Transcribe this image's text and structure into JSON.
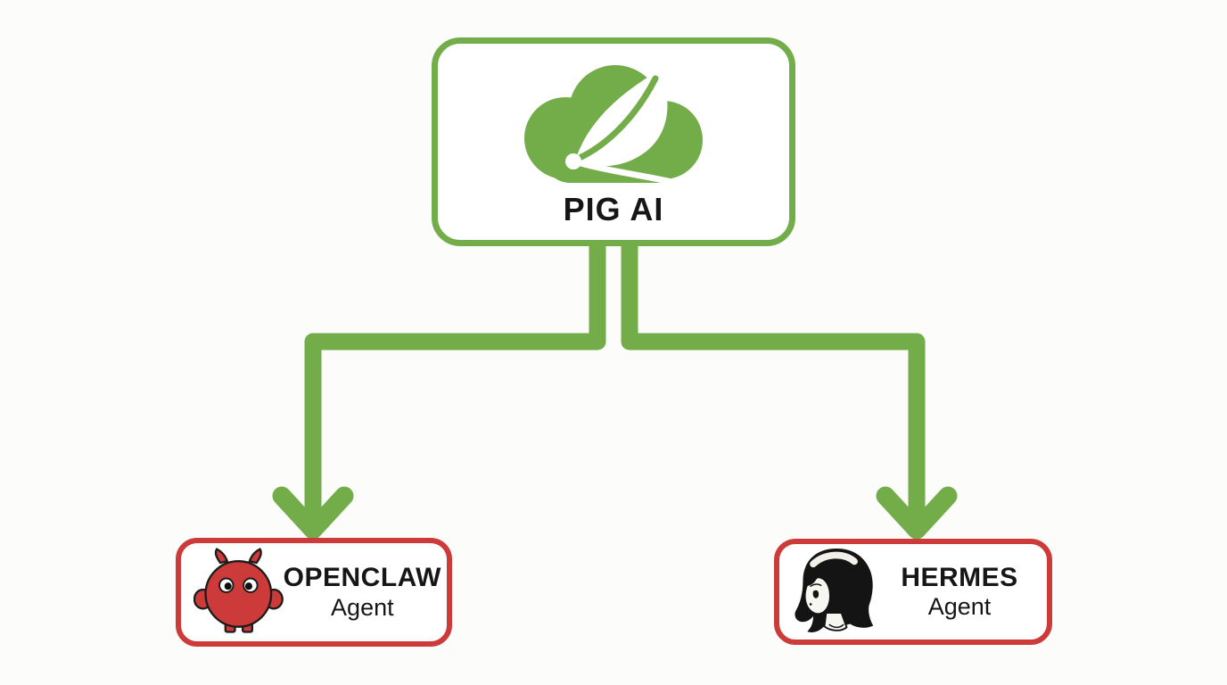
{
  "diagram": {
    "type": "tree",
    "colors": {
      "green": "#73ad4a",
      "red": "#cc3a3a",
      "text": "#161616",
      "node_bg": "#ffffff",
      "background": "#fcfcfb"
    },
    "root": {
      "label": "PIG AI",
      "icon": "cloud-leaf-logo"
    },
    "connectors": [
      {
        "from": "PIG AI",
        "to": "OPENCLAW Agent",
        "style": "green-elbow-arrow"
      },
      {
        "from": "PIG AI",
        "to": "HERMES Agent",
        "style": "green-elbow-arrow"
      }
    ],
    "agents": [
      {
        "name": "OPENCLAW",
        "role": "Agent",
        "icon": "pig-mascot-icon"
      },
      {
        "name": "HERMES",
        "role": "Agent",
        "icon": "girl-avatar-icon"
      }
    ]
  }
}
